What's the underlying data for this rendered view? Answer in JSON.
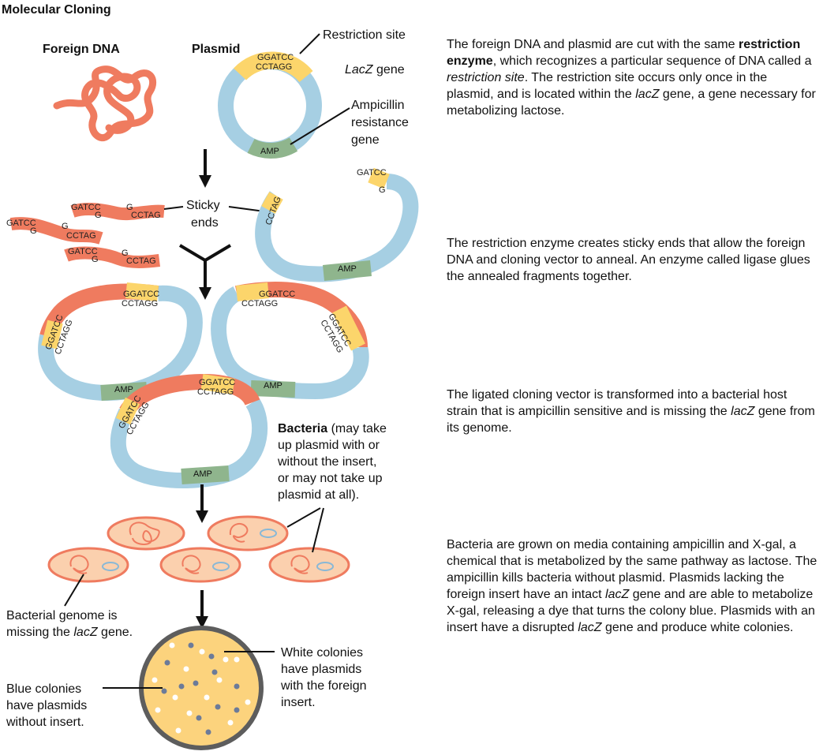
{
  "title": "Molecular Cloning",
  "labels": {
    "foreign_dna": "Foreign DNA",
    "plasmid": "Plasmid",
    "restriction_site": "Restriction site",
    "lacz_italic": "LacZ",
    "lacz_rest": " gene",
    "amp_resist_1": "Ampicillin",
    "amp_resist_2": "resistance",
    "amp_resist_3": "gene",
    "sticky_1": "Sticky",
    "sticky_2": "ends",
    "amp": "AMP",
    "seq_top": "GGATCC",
    "seq_bottom": "CCTAGG",
    "frag_top": "GATCC",
    "frag_g": "G",
    "frag_right": "CCTAG",
    "frag_rg": "G",
    "bacteria_bold": "Bacteria",
    "bacteria_1": " (may take",
    "bacteria_2": "up plasmid with or",
    "bacteria_3": "without the insert,",
    "bacteria_4": "or may not take up",
    "bacteria_5": "plasmid at all).",
    "genome_1": "Bacterial genome is",
    "genome_2a": "missing the ",
    "genome_2b": "lacZ",
    "genome_2c": " gene.",
    "white_1": "White colonies",
    "white_2": "have plasmids",
    "white_3": "with the foreign",
    "white_4": "insert.",
    "blue_1": "Blue colonies",
    "blue_2": "have plasmids",
    "blue_3": "without insert."
  },
  "steps": [
    {
      "p1": "The foreign DNA and plasmid are cut with the same ",
      "b1": "restriction enzyme",
      "p2": ", which recognizes a particular sequence of DNA called a ",
      "i1": "restriction site",
      "p3": ". The restriction site occurs only once in the plasmid, and is located within the ",
      "i2": "lacZ",
      "p4": " gene, a gene necessary for metabolizing lactose."
    },
    {
      "p1": "The restriction enzyme creates sticky ends that allow the foreign DNA and cloning vector to anneal. An enzyme called ligase glues the annealed fragments together."
    },
    {
      "p1": "The ligated cloning vector is transformed into a bacterial host strain that is ampicillin sensitive and is missing the ",
      "i1": "lacZ",
      "p2": " gene from its genome."
    },
    {
      "p1": "Bacteria are grown on media containing ampicillin and X-gal, a chemical that is metabolized by the same pathway as lactose. The ampicillin kills bacteria without plasmid. Plasmids lacking the foreign insert have an intact ",
      "i1": "lacZ",
      "p2": " gene and are able to metabolize X-gal, releasing a dye that turns the colony blue. Plasmids with an insert have a disrupted ",
      "i2": "lacZ",
      "p3": " gene and produce white colonies."
    }
  ],
  "colors": {
    "plasmid": "#a6cfe3",
    "site": "#fcd56b",
    "amp": "#8fb58d",
    "foreign": "#ef7b5f",
    "cell_fill": "#fbd0ae",
    "cell_edge": "#ef7b5f",
    "dish_edge": "#5d5d5d",
    "dish_fill": "#fcd37d",
    "blue_colony": "#6c7b99"
  }
}
